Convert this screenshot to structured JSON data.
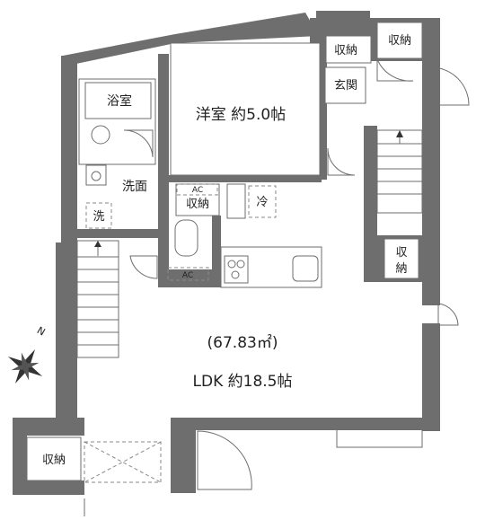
{
  "plan": {
    "western_room": "洋室 約5.0帖",
    "bath": "浴室",
    "washroom": "洗面",
    "washer": "洗",
    "entrance": "玄関",
    "storage_entry_left": "収納",
    "storage_entry_right": "収納",
    "storage_ac": "収納",
    "ac_label_1": "AC",
    "ac_label_2": "AC",
    "fridge": "冷",
    "storage_right_top": "収",
    "storage_right_bottom": "納",
    "area": "(67.83㎡)",
    "ldk": "LDK 約18.5帖",
    "storage_bottom": "収納",
    "compass_n": "N"
  }
}
